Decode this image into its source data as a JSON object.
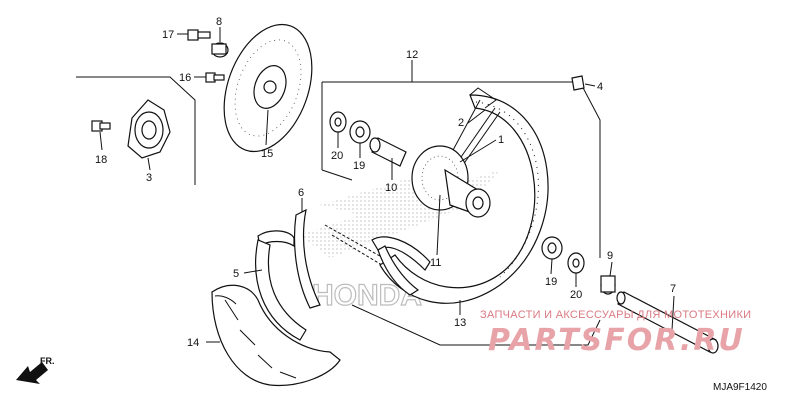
{
  "callouts": [
    {
      "id": "c17",
      "label": "17"
    },
    {
      "id": "c8",
      "label": "8"
    },
    {
      "id": "c16",
      "label": "16"
    },
    {
      "id": "c18",
      "label": "18"
    },
    {
      "id": "c3",
      "label": "3"
    },
    {
      "id": "c15",
      "label": "15"
    },
    {
      "id": "c12",
      "label": "12"
    },
    {
      "id": "c4",
      "label": "4"
    },
    {
      "id": "c2",
      "label": "2"
    },
    {
      "id": "c1",
      "label": "1"
    },
    {
      "id": "c20a",
      "label": "20"
    },
    {
      "id": "c19a",
      "label": "19"
    },
    {
      "id": "c10",
      "label": "10"
    },
    {
      "id": "c6",
      "label": "6"
    },
    {
      "id": "c5",
      "label": "5"
    },
    {
      "id": "c11",
      "label": "11"
    },
    {
      "id": "c9",
      "label": "9"
    },
    {
      "id": "c19b",
      "label": "19"
    },
    {
      "id": "c20b",
      "label": "20"
    },
    {
      "id": "c7",
      "label": "7"
    },
    {
      "id": "c13",
      "label": "13"
    },
    {
      "id": "c14",
      "label": "14"
    }
  ],
  "front_arrow_label": "FR.",
  "diagram_code": "MJA9F1420",
  "watermark": {
    "tagline": "ЗАПЧАСТИ И АКСЕССУАРЫ ДЛЯ МОТОТЕХНИКИ",
    "brand": "PARTSFOR.RU"
  },
  "background_logo": "HONDA",
  "colors": {
    "line": "#111111",
    "watermark_text": "#d97a82",
    "watermark_brand": "#e8a3a9",
    "logo_dots": "#b5b5b5"
  }
}
